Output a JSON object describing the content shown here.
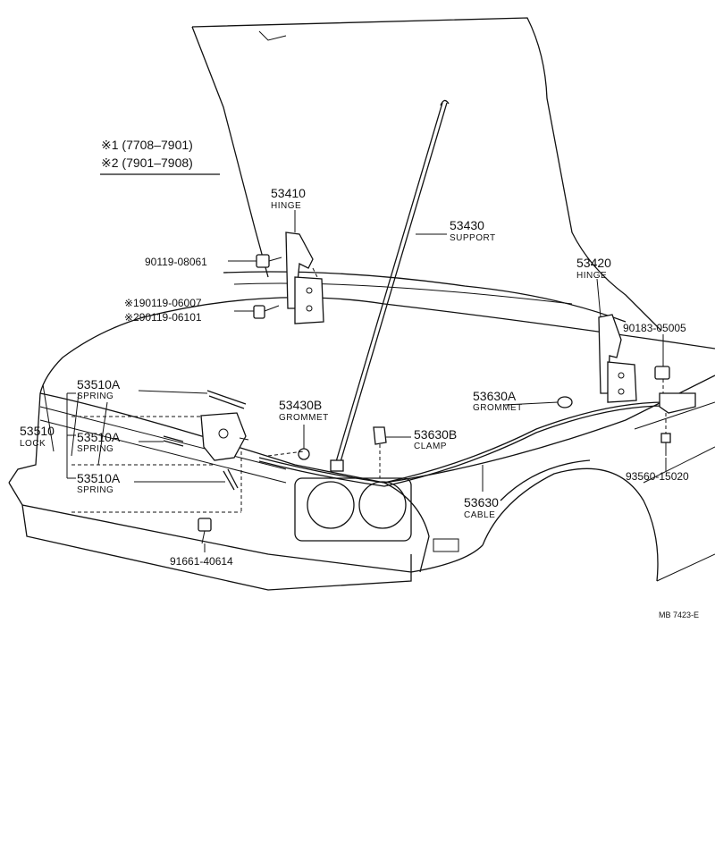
{
  "legend": {
    "row1": "※1 (7708–7901)",
    "row2": "※2 (7901–7908)"
  },
  "parts": {
    "hinge_l_num": "53410",
    "hinge_l_name": "HINGE",
    "support_num": "53430",
    "support_name": "SUPPORT",
    "hinge_r_num": "53420",
    "hinge_r_name": "HINGE",
    "bolt_a": "90119-08061",
    "bolt_b": "※190119-06007",
    "bolt_c": "※290119-06101",
    "bolt_d": "90183-05005",
    "spring1_num": "53510A",
    "spring1_name": "SPRING",
    "lock_num": "53510",
    "lock_name": "LOCK",
    "spring2_num": "53510A",
    "spring2_name": "SPRING",
    "spring3_num": "53510A",
    "spring3_name": "SPRING",
    "grommet_b_num": "53430B",
    "grommet_b_name": "GROMMET",
    "grommet_a_num": "53630A",
    "grommet_a_name": "GROMMET",
    "clamp_num": "53630B",
    "clamp_name": "CLAMP",
    "screw": "93560-15020",
    "cable_num": "53630",
    "cable_name": "CABLE",
    "bolt_e": "91661-40614"
  },
  "footer": {
    "code": "MB 7423-E"
  }
}
